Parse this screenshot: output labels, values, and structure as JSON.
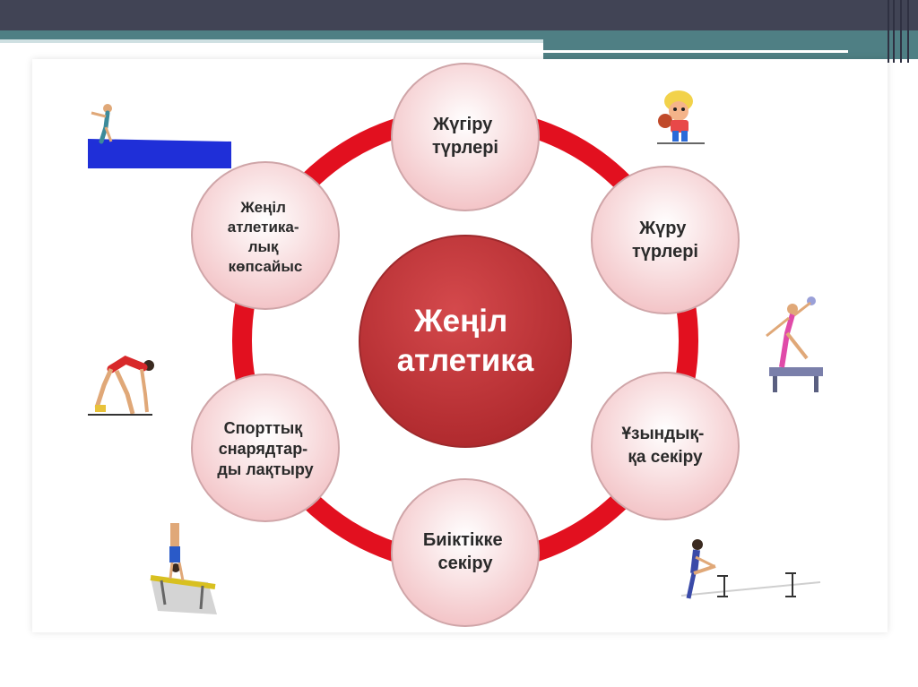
{
  "slide": {
    "center": {
      "lines": [
        "Жеңіл",
        "атлетика"
      ]
    },
    "nodes": [
      {
        "id": "running",
        "lines": [
          "Жүгіру",
          "түрлері"
        ]
      },
      {
        "id": "walking",
        "lines": [
          "Жүру",
          "түрлері"
        ]
      },
      {
        "id": "long-jump",
        "lines": [
          "Ұзындық-",
          "қа секіру"
        ]
      },
      {
        "id": "high-jump",
        "lines": [
          "Биіктікке",
          "секіру"
        ]
      },
      {
        "id": "throwing",
        "lines": [
          "Спорттық",
          "снарядтар-",
          "ды лақтыру"
        ]
      },
      {
        "id": "combined",
        "lines": [
          "Жеңіл",
          "атлетика-",
          "лық",
          "көпсайыс"
        ]
      }
    ],
    "colors": {
      "ring": "#e2101f",
      "node_fill": "#f6d0d2",
      "node_stroke": "#cfa5a8",
      "center_fill": "#c0373a",
      "header": "#414455",
      "accent_stripe": "#4f7f84"
    },
    "clipart": [
      "diver-icon",
      "ball-kid-icon",
      "sprinter-icon",
      "gymnast-beam-icon",
      "handstand-gymnast-icon",
      "hurdler-icon"
    ]
  }
}
